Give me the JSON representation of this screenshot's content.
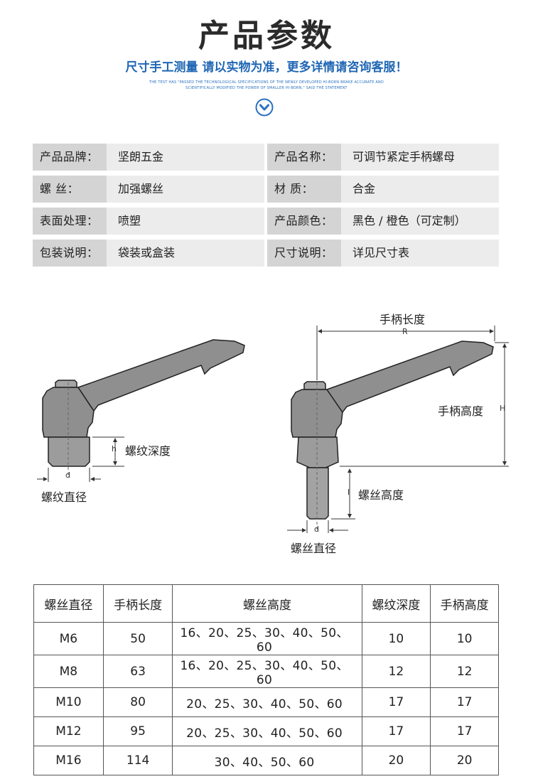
{
  "header": {
    "title": "产品参数",
    "subtitle": "尺寸手工测量 请以实物为准，更多详情请咨询客服！",
    "fine_print_line1": "THE TEST HAS \"PASSED THE TECHNOLOGICAL SPECIFICATIONS OF THE NEWLY DEVELOPED HI-BORN BRAKE ACCURATE AND",
    "fine_print_line2": "SCIENTIFICALLY MODIFIED THE POWER OF SMALLER HI-BORN,\" SAID THE STATEMENT",
    "arrow_icon": "chevron-down-circle-icon"
  },
  "specs": [
    {
      "label_left": "产品品牌：",
      "value_left": "坚朗五金",
      "label_right": "产品名称：",
      "value_right": "可调节紧定手柄螺母"
    },
    {
      "label_left": "螺    丝：",
      "value_left": "加强螺丝",
      "label_right": "材    质：",
      "value_right": "合金"
    },
    {
      "label_left": "表面处理：",
      "value_left": "喷塑",
      "label_right": "产品颜色：",
      "value_right": "黑色 / 橙色（可定制）"
    },
    {
      "label_left": "包装说明：",
      "value_left": "袋装或盒装",
      "label_right": "尺寸说明：",
      "value_right": "详见尺寸表"
    }
  ],
  "diagram": {
    "left": {
      "depth_letter": "h",
      "depth_label": "螺纹深度",
      "dia_letter": "d",
      "dia_label": "螺纹直径"
    },
    "right": {
      "length_label": "手柄长度",
      "length_letter": "R",
      "height_label": "手柄高度",
      "height_letter": "H",
      "screw_letter": "l",
      "screw_label": "螺丝高度",
      "dia_letter": "d",
      "dia_label": "螺丝直径"
    }
  },
  "size_table": {
    "headers": [
      "螺丝直径",
      "手柄长度",
      "螺丝高度",
      "螺纹深度",
      "手柄高度"
    ],
    "rows": [
      [
        "M6",
        "50",
        "16、20、25、30、40、50、60",
        "10",
        "10"
      ],
      [
        "M8",
        "63",
        "16、20、25、30、40、50、60",
        "12",
        "12"
      ],
      [
        "M10",
        "80",
        "20、25、30、40、50、60",
        "17",
        "17"
      ],
      [
        "M12",
        "95",
        "20、25、30、40、50、60",
        "17",
        "17"
      ],
      [
        "M16",
        "114",
        "30、40、50、60",
        "20",
        "20"
      ]
    ]
  }
}
